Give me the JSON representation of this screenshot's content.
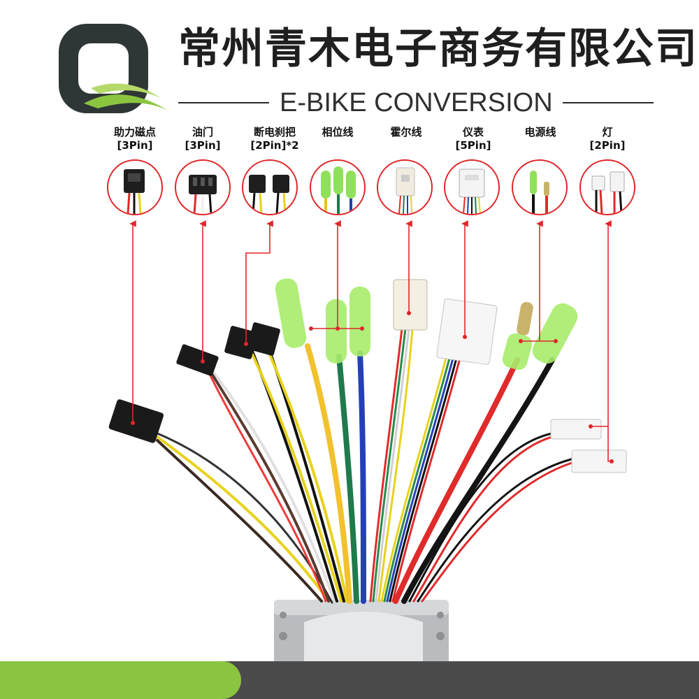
{
  "header": {
    "company_name": "常州青木电子商务有限公司",
    "tagline": "E-BIKE CONVERSION"
  },
  "connectors": [
    {
      "name_line1": "助力磁点",
      "name_line2": "[3Pin]"
    },
    {
      "name_line1": "油门",
      "name_line2": "[3Pin]"
    },
    {
      "name_line1": "断电刹把",
      "name_line2": "[2Pin]*2"
    },
    {
      "name_line1": "相位线",
      "name_line2": ""
    },
    {
      "name_line1": "霍尔线",
      "name_line2": ""
    },
    {
      "name_line1": "仪表",
      "name_line2": "[5Pin]"
    },
    {
      "name_line1": "电源线",
      "name_line2": ""
    },
    {
      "name_line1": "灯",
      "name_line2": "[2Pin]"
    }
  ],
  "colors": {
    "brand_green": "#8bc53f",
    "brand_dark": "#2f3636",
    "callout_red": "#e0262a",
    "footer_gray": "#4b4b4b"
  }
}
